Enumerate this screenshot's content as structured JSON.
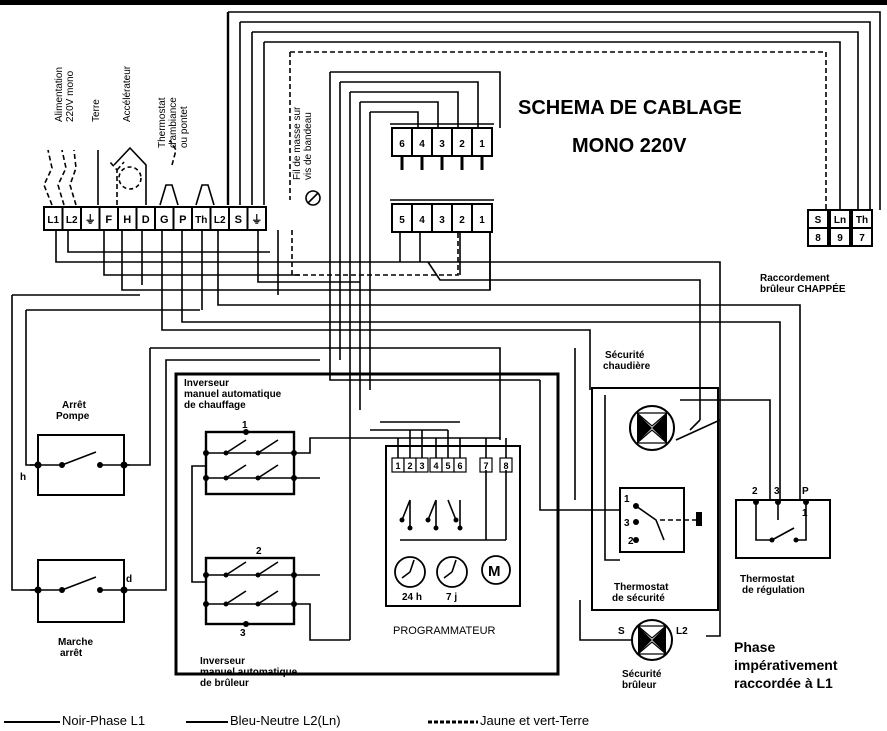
{
  "title_line1": "SCHEMA DE CABLAGE",
  "title_line2": "MONO 220V",
  "top_labels": {
    "alimentation": [
      "Alimentation",
      "220V mono"
    ],
    "terre": "Terre",
    "accelerateur": "Accélérateur",
    "thermostat": [
      "Thermostat",
      "d'ambiance",
      "ou pontet"
    ],
    "fil_masse": [
      "Fil de masse sur",
      "vis de bandeau"
    ]
  },
  "terminal_strip": [
    "L1",
    "L2",
    "⏚",
    "F",
    "H",
    "D",
    "G",
    "P",
    "Th",
    "L2",
    "S",
    "⏚"
  ],
  "connector_top": [
    "6",
    "4",
    "3",
    "2",
    "1"
  ],
  "connector_bottom": [
    "5",
    "4",
    "3",
    "2",
    "1"
  ],
  "burner_block": {
    "letters": [
      "S",
      "Ln",
      "Th"
    ],
    "numbers": [
      "8",
      "9",
      "7"
    ],
    "caption": [
      "Raccordement",
      "brûleur CHAPPÉE"
    ]
  },
  "arret_pompe": {
    "label": [
      "Arrêt",
      "Pompe"
    ],
    "terminal": "h"
  },
  "marche_arret": {
    "label": [
      "Marche",
      "arrêt"
    ],
    "terminal": "d"
  },
  "inverseur_chauffage": {
    "label": [
      "Inverseur",
      "manuel automatique",
      "de chauffage"
    ],
    "terminal": "1"
  },
  "inverseur_bruleur": {
    "label": [
      "Inverseur",
      "manuel automatique",
      "de brûleur"
    ],
    "terminals": [
      "2",
      "3"
    ]
  },
  "programmateur": {
    "label": "PROGRAMMATEUR",
    "terminals": [
      "1",
      "2",
      "3",
      "4",
      "5",
      "6",
      "7",
      "8"
    ],
    "dial_24h": "24 h",
    "dial_7j": "7 j",
    "motor": "M"
  },
  "securite_chaudiere": [
    "Sécurité",
    "chaudière"
  ],
  "securite_bruleur": {
    "label": [
      "Sécurité",
      "brûleur"
    ],
    "terminals": [
      "S",
      "L2"
    ]
  },
  "thermostat_securite": {
    "label": [
      "Thermostat",
      "de sécurité"
    ],
    "terminals": [
      "1",
      "3",
      "2"
    ]
  },
  "thermostat_regulation": {
    "label": [
      "Thermostat",
      "de régulation"
    ],
    "terminals": [
      "2",
      "3",
      "P",
      "1"
    ]
  },
  "phase_note": [
    "Phase",
    "impérativement",
    "raccordée à L1"
  ],
  "legend": {
    "noir": "Noir-Phase L1",
    "bleu": "Bleu-Neutre L2(Ln)",
    "jaune": "Jaune et vert-Terre"
  }
}
